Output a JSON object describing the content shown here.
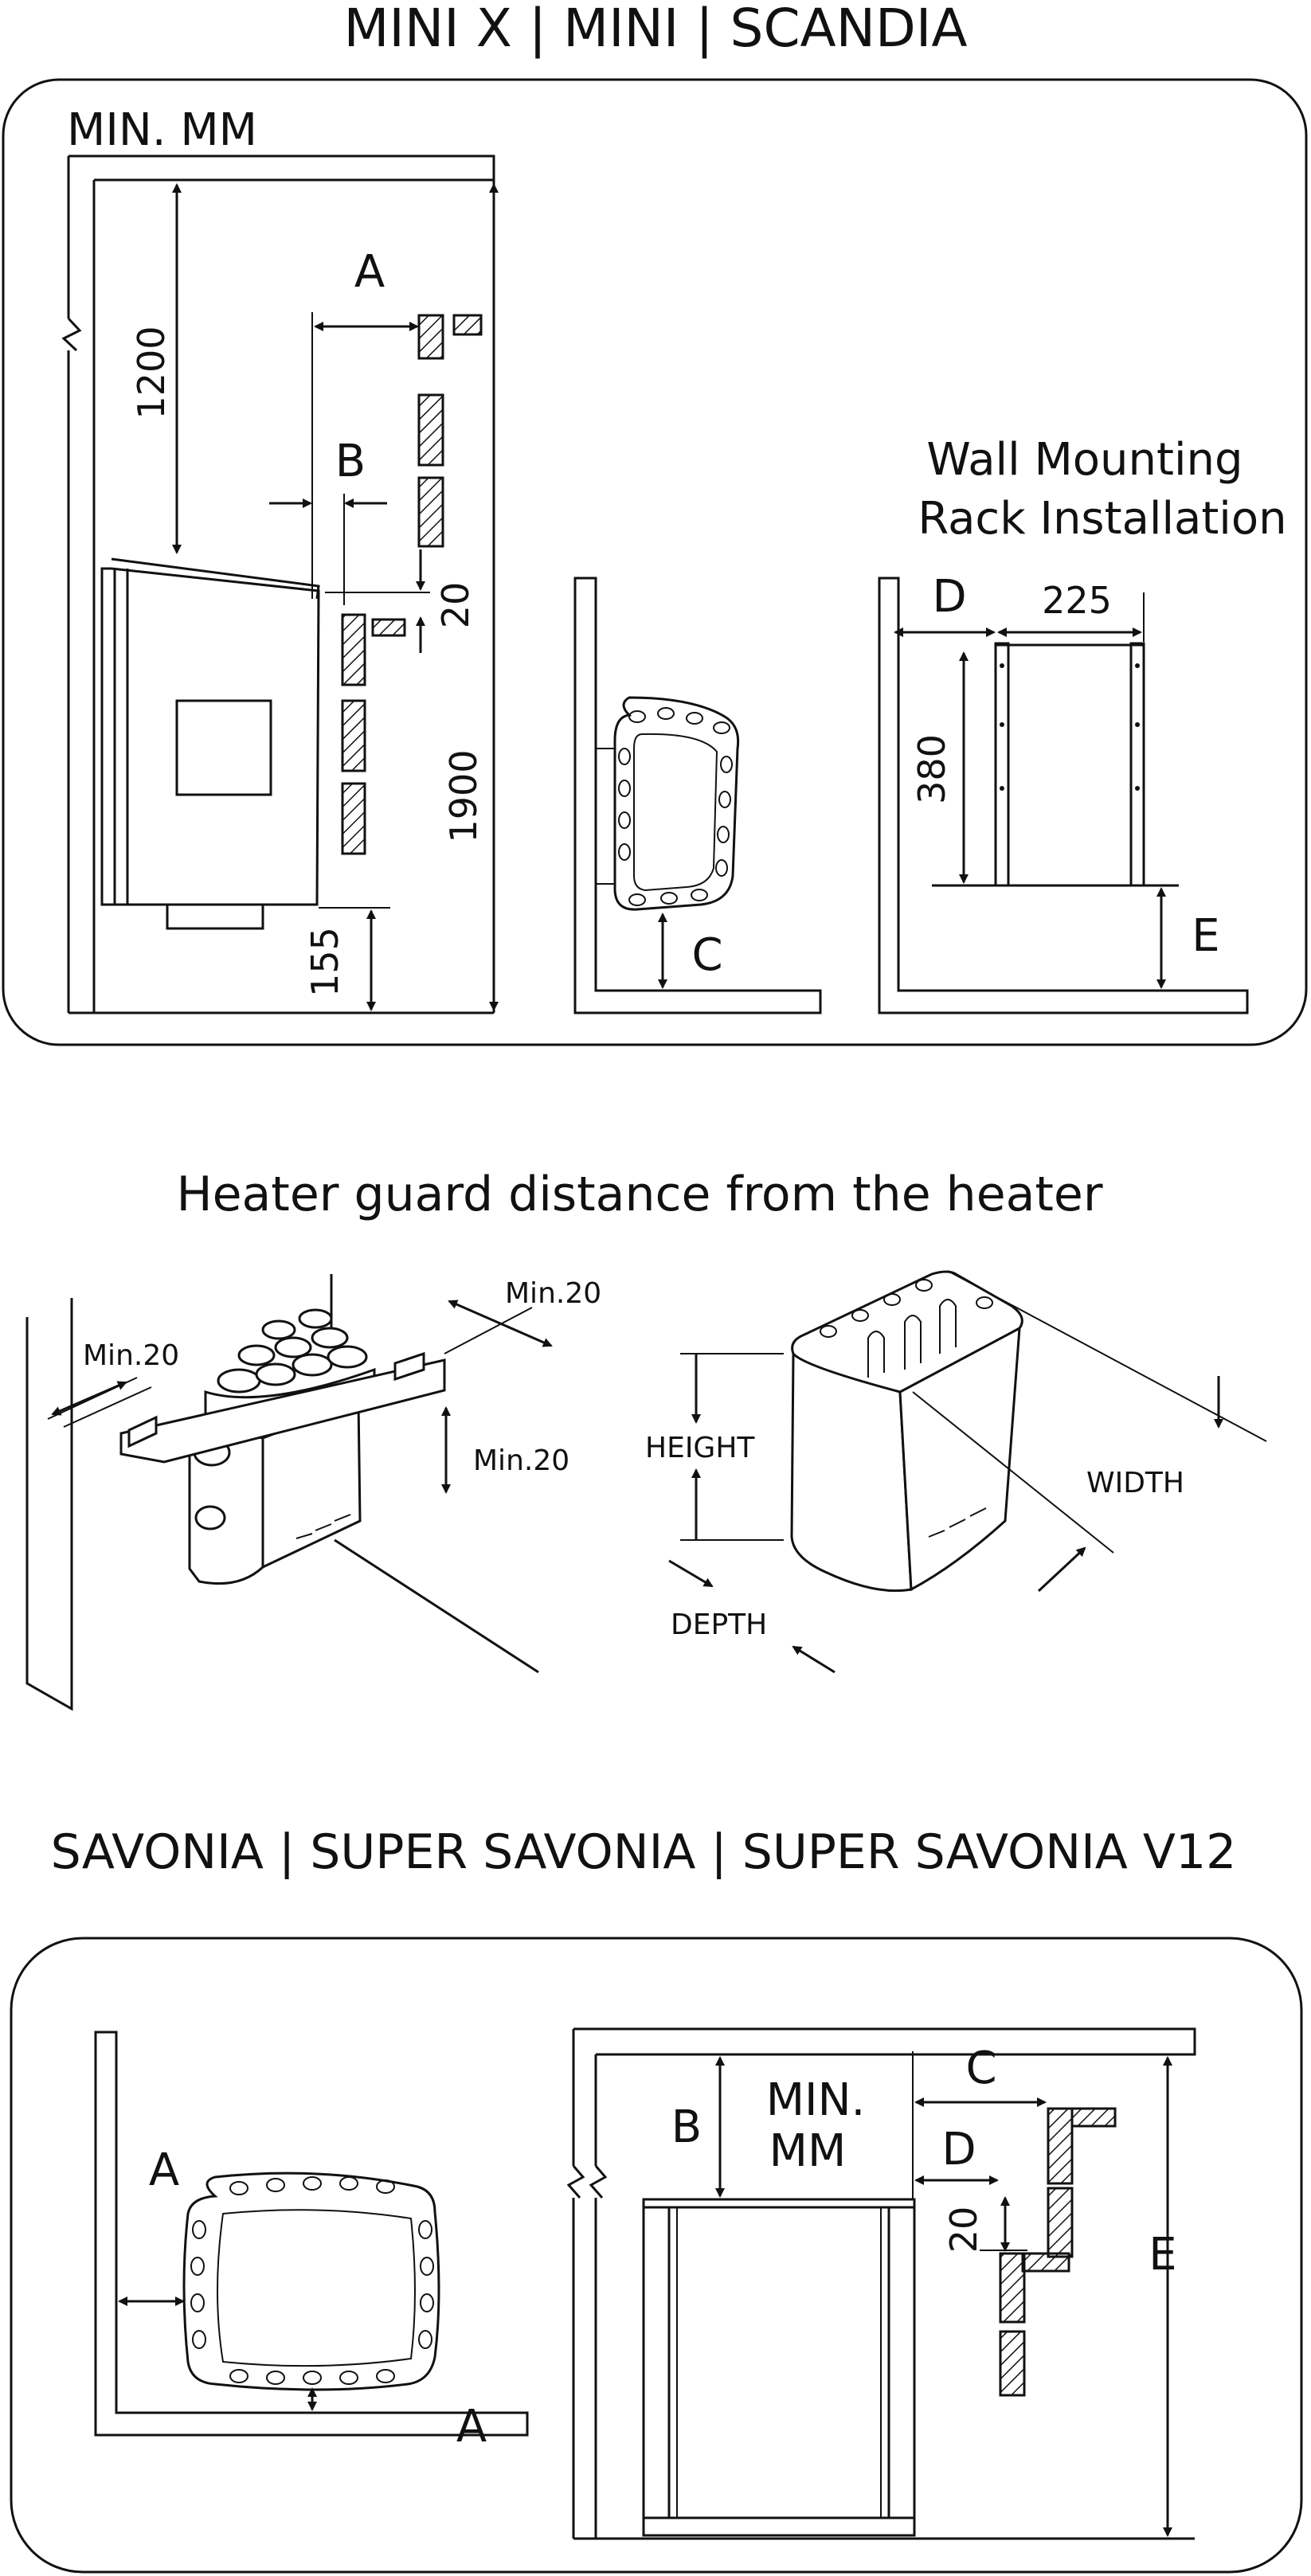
{
  "section1": {
    "title": "MINI X | MINI | SCANDIA",
    "unit_label": "MIN. MM",
    "dim_1200": "1200",
    "dim_1900": "1900",
    "dim_155": "155",
    "dim_20": "20",
    "label_A": "A",
    "label_B": "B",
    "label_C": "C",
    "label_D": "D",
    "label_E": "E",
    "rack_title_line1": "Wall Mounting",
    "rack_title_line2": "Rack Installation",
    "dim_225": "225",
    "dim_380": "380"
  },
  "section2": {
    "title": "Heater guard distance from the heater",
    "min20_a": "Min.20",
    "min20_b": "Min.20",
    "min20_c": "Min.20",
    "height": "HEIGHT",
    "width": "WIDTH",
    "depth": "DEPTH"
  },
  "section3": {
    "title": "SAVONIA | SUPER SAVONIA | SUPER SAVONIA V12",
    "label_A_side": "A",
    "label_A_bottom": "A",
    "label_B": "B",
    "unit_line1": "MIN.",
    "unit_line2": "MM",
    "label_C": "C",
    "label_D": "D",
    "label_E": "E",
    "dim_20": "20"
  }
}
